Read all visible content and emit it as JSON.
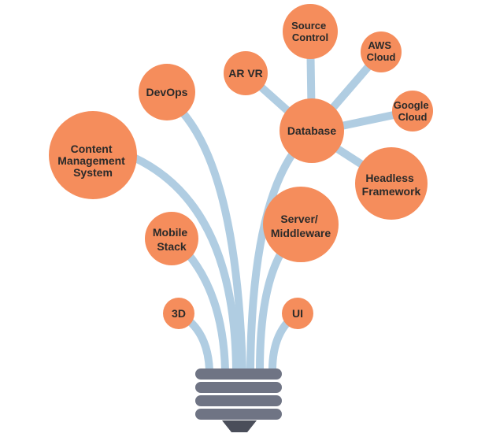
{
  "diagram": {
    "colors": {
      "node_fill": "#f58d5c",
      "stem": "#b0cde2",
      "bulb_base": "#6f7484",
      "label_text": "#2a2a2a"
    },
    "nodes": {
      "source_control": {
        "line1": "Source",
        "line2": "Control"
      },
      "aws_cloud": {
        "line1": "AWS",
        "line2": "Cloud"
      },
      "ar_vr": {
        "line1": "AR VR"
      },
      "devops": {
        "line1": "DevOps"
      },
      "google_cloud": {
        "line1": "Google",
        "line2": "Cloud"
      },
      "database": {
        "line1": "Database"
      },
      "cms": {
        "line1": "Content",
        "line2": "Management",
        "line3": "System"
      },
      "headless": {
        "line1": "Headless",
        "line2": "Framework"
      },
      "server": {
        "line1": "Server/",
        "line2": "Middleware"
      },
      "mobile": {
        "line1": "Mobile",
        "line2": "Stack"
      },
      "three_d": {
        "line1": "3D"
      },
      "ui": {
        "line1": "UI"
      }
    }
  }
}
